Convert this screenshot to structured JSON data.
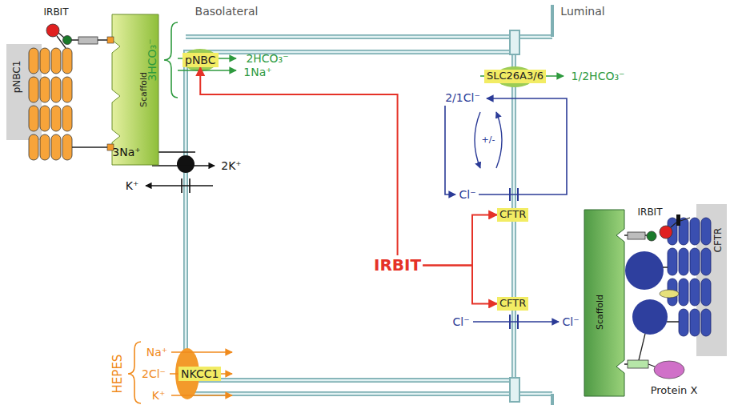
{
  "diagram": {
    "nodes": [
      {
        "text": [
          "pNBC"
        ]
      },
      {
        "text": [
          "NKCC1"
        ]
      },
      {
        "text": [
          "IRBIT"
        ]
      },
      {
        "text": [
          "SLC26A3/6"
        ]
      },
      {
        "text": [
          "CFTR"
        ]
      },
      {
        "text": [
          "CFTR"
        ]
      }
    ],
    "edges": [
      {
        "from": 2,
        "to": 0,
        "arrow": "to"
      },
      {
        "from": 2,
        "to": 4,
        "arrow": "to"
      },
      {
        "from": 2,
        "to": 5,
        "arrow": "to"
      }
    ],
    "labels": [
      "Basolateral",
      "Luminal",
      "IRBIT",
      "pNBC1",
      "Scaffold",
      "3HCO₃⁻",
      "2HCO₃⁻",
      "1Na⁺",
      "3Na⁺",
      "2K⁺",
      "K⁺",
      "HEPES",
      "Na⁺",
      "2Cl⁻",
      "K⁺",
      "1/2HCO₃⁻",
      "2/1Cl⁻",
      "+/-",
      "Cl⁻",
      "Cl⁻",
      "Cl⁻",
      "IRBIT",
      "Scaffold",
      "CFTR",
      "Protein X"
    ]
  }
}
